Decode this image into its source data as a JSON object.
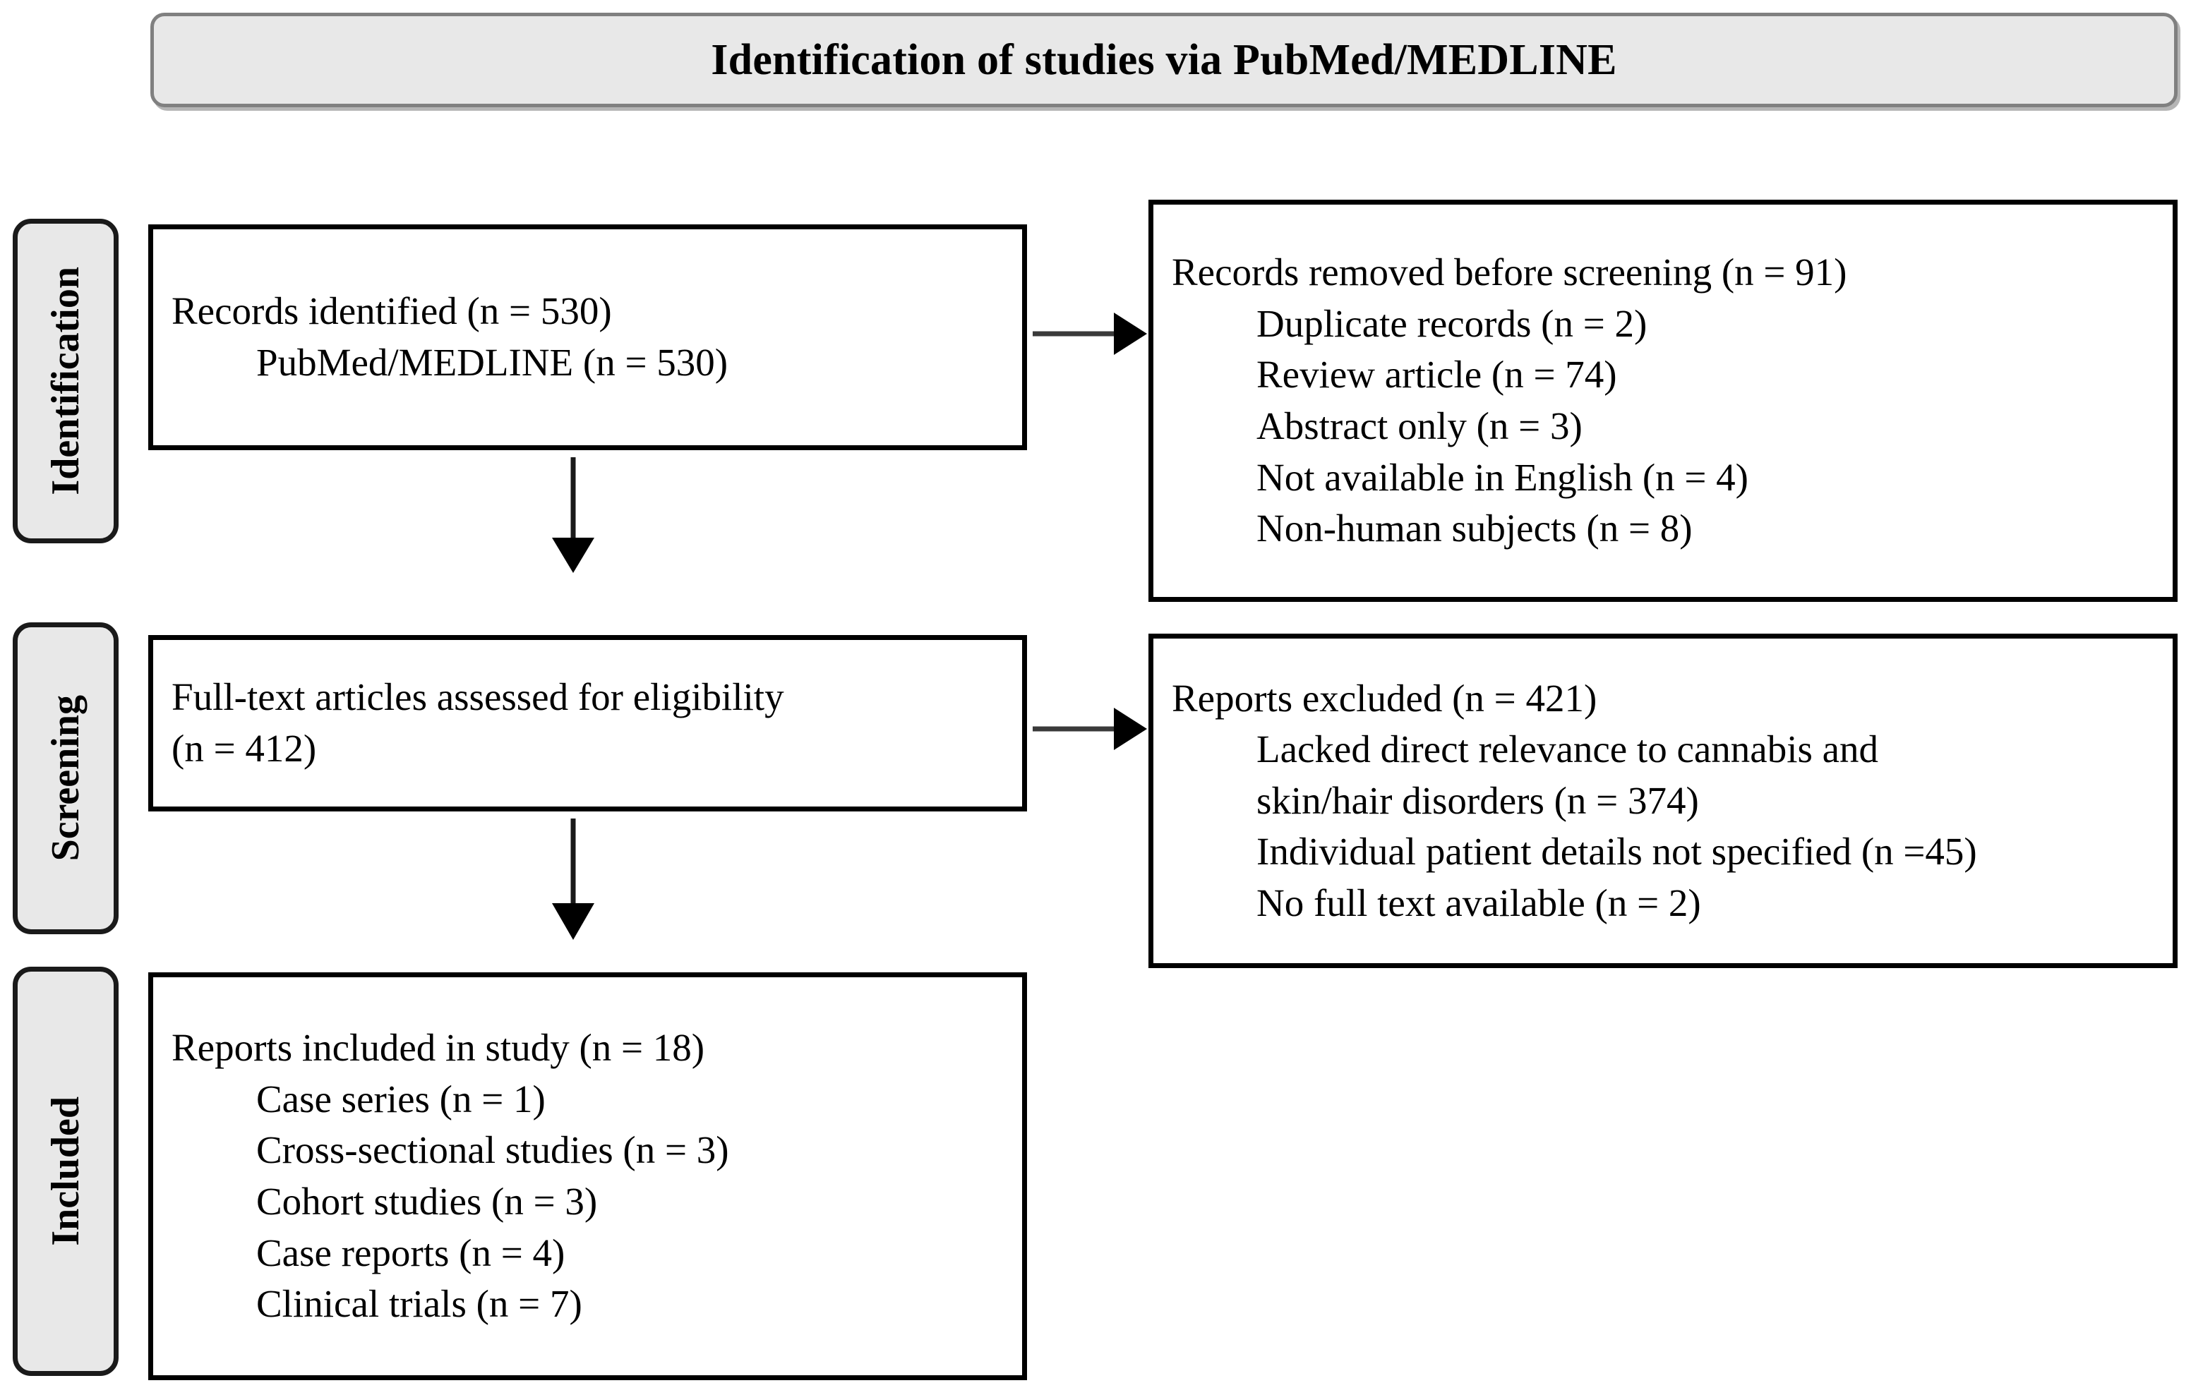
{
  "header": {
    "title": "Identification of studies via PubMed/MEDLINE"
  },
  "phases": [
    {
      "id": "identification",
      "label": "Identification"
    },
    {
      "id": "screening",
      "label": "Screening"
    },
    {
      "id": "included",
      "label": "Included"
    }
  ],
  "boxes": {
    "identified": {
      "lines": [
        "Records identified (n = 530)",
        "PubMed/MEDLINE (n = 530)"
      ]
    },
    "removed": {
      "lines": [
        "Records removed before screening (n = 91)",
        "Duplicate records (n = 2)",
        "Review article (n = 74)",
        "Abstract only (n = 3)",
        "Not available in English (n = 4)",
        "Non-human subjects (n = 8)"
      ]
    },
    "fulltext": {
      "lines": [
        "Full-text articles assessed for eligibility",
        "(n = 412)"
      ]
    },
    "excluded": {
      "lines": [
        "Reports excluded (n = 421)",
        "Lacked direct relevance to cannabis and",
        "skin/hair disorders (n = 374)",
        "Individual patient details not specified (n =45)",
        "No full text available (n = 2)"
      ]
    },
    "included": {
      "lines": [
        "Reports included in study (n = 18)",
        "Case series (n = 1)",
        "Cross-sectional studies (n = 3)",
        "Cohort studies (n = 3)",
        "Case reports (n = 4)",
        "Clinical trials (n = 7)"
      ]
    }
  },
  "colors": {
    "banner_fill": "#e8e8e8",
    "banner_border": "#808080",
    "phase_fill": "#e8e8e8",
    "phase_border": "#1a1a1a",
    "box_border": "#000000",
    "arrow": "#000000"
  }
}
